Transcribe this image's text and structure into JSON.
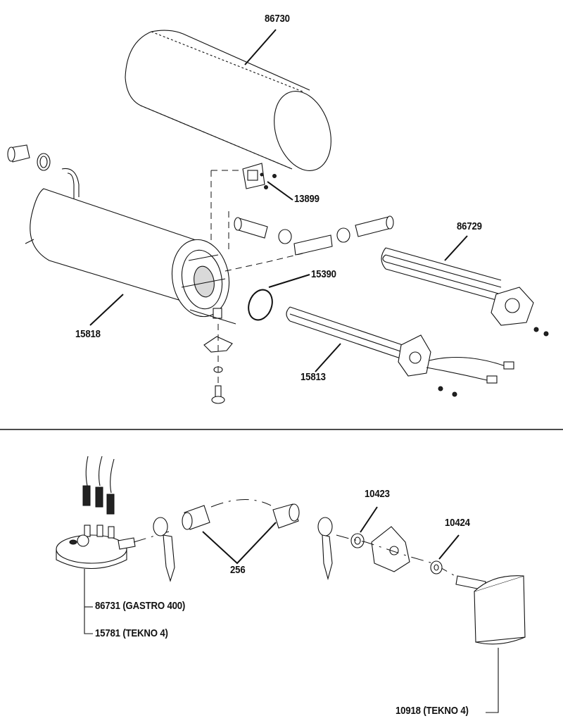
{
  "part_labels": {
    "p86730": "86730",
    "p13899": "13899",
    "p86729": "86729",
    "p15390": "15390",
    "p15818": "15818",
    "p15813": "15813",
    "p10423": "10423",
    "p10424": "10424",
    "p256": "256",
    "p86731": "86731 (GASTRO 400)",
    "p15781": "15781 (TEKNO 4)",
    "p10918": "10918 (TEKNO 4)"
  }
}
